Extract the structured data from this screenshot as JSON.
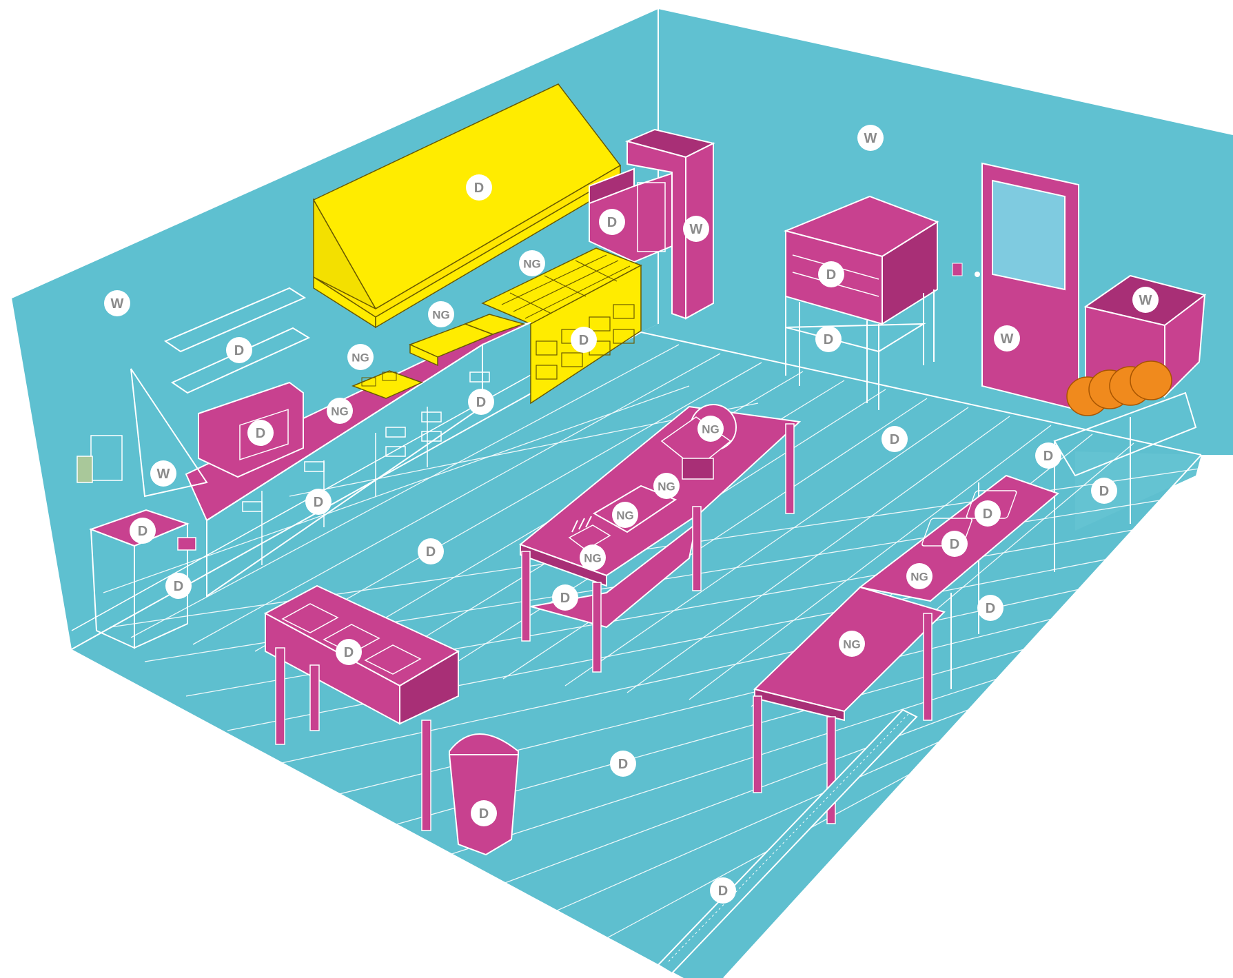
{
  "legend_codes": {
    "D": "D",
    "NG": "NG",
    "W": "W"
  },
  "colors": {
    "wall_left": "#5ec0d0",
    "wall_back": "#60c1d1",
    "floor": "#5ebfcf",
    "magenta": "#c8418f",
    "magenta_dark": "#a82f76",
    "yellow": "#ffec00",
    "orange": "#f08a1d",
    "window": "#7fcbe0",
    "badge_fill": "#ffffff",
    "badge_text": "#8a8a8a"
  },
  "badges": [
    {
      "id": "wall-back",
      "code": "W"
    },
    {
      "id": "wall-left",
      "code": "W"
    },
    {
      "id": "hood",
      "code": "D"
    },
    {
      "id": "combi-oven",
      "code": "D"
    },
    {
      "id": "fridge-tall",
      "code": "W"
    },
    {
      "id": "range-top",
      "code": "NG"
    },
    {
      "id": "range-base",
      "code": "D"
    },
    {
      "id": "griddle",
      "code": "NG"
    },
    {
      "id": "fryers",
      "code": "NG"
    },
    {
      "id": "shelves",
      "code": "D"
    },
    {
      "id": "counter-top",
      "code": "NG"
    },
    {
      "id": "microwave",
      "code": "D"
    },
    {
      "id": "cabinet-1",
      "code": "D"
    },
    {
      "id": "cabinet-2",
      "code": "D"
    },
    {
      "id": "handwash-bowl",
      "code": "D"
    },
    {
      "id": "soap-dispenser",
      "code": "W"
    },
    {
      "id": "handwash-base",
      "code": "D"
    },
    {
      "id": "pizza-oven",
      "code": "D"
    },
    {
      "id": "oven-stand",
      "code": "D"
    },
    {
      "id": "door",
      "code": "W"
    },
    {
      "id": "dishwasher",
      "code": "W"
    },
    {
      "id": "floor-back",
      "code": "D"
    },
    {
      "id": "floor-right",
      "code": "D"
    },
    {
      "id": "right-wall-low",
      "code": "D"
    },
    {
      "id": "slicer",
      "code": "NG"
    },
    {
      "id": "prep-table-top",
      "code": "NG"
    },
    {
      "id": "cutting-board",
      "code": "NG"
    },
    {
      "id": "knife-block",
      "code": "NG"
    },
    {
      "id": "prep-table-shelf",
      "code": "D"
    },
    {
      "id": "floor-center",
      "code": "D"
    },
    {
      "id": "sink-1",
      "code": "D"
    },
    {
      "id": "sink-2",
      "code": "D"
    },
    {
      "id": "sink-counter",
      "code": "NG"
    },
    {
      "id": "sink-cabinet",
      "code": "D"
    },
    {
      "id": "long-table",
      "code": "NG"
    },
    {
      "id": "bain-marie",
      "code": "D"
    },
    {
      "id": "floor-front",
      "code": "D"
    },
    {
      "id": "bin",
      "code": "D"
    },
    {
      "id": "floor-drain",
      "code": "D"
    }
  ]
}
